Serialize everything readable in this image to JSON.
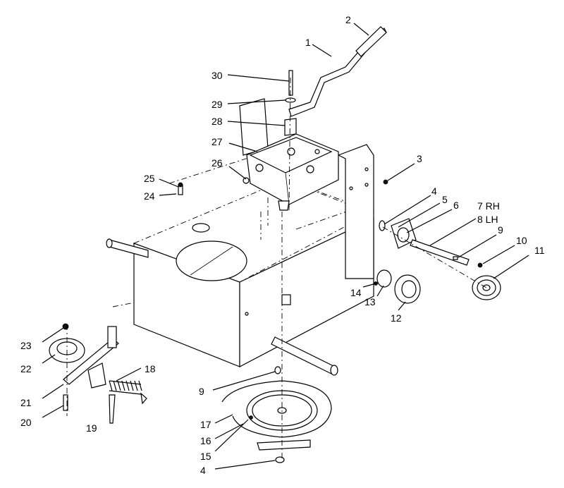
{
  "callouts": [
    {
      "id": "c1",
      "text": "1"
    },
    {
      "id": "c2",
      "text": "2"
    },
    {
      "id": "c3",
      "text": "3"
    },
    {
      "id": "c4a",
      "text": "4"
    },
    {
      "id": "c4b",
      "text": "4"
    },
    {
      "id": "c5",
      "text": "5"
    },
    {
      "id": "c6",
      "text": "6"
    },
    {
      "id": "c7",
      "text": "7 RH"
    },
    {
      "id": "c8",
      "text": "8 LH"
    },
    {
      "id": "c9a",
      "text": "9"
    },
    {
      "id": "c9b",
      "text": "9"
    },
    {
      "id": "c10",
      "text": "10"
    },
    {
      "id": "c11",
      "text": "11"
    },
    {
      "id": "c12",
      "text": "12"
    },
    {
      "id": "c13",
      "text": "13"
    },
    {
      "id": "c14",
      "text": "14"
    },
    {
      "id": "c15",
      "text": "15"
    },
    {
      "id": "c16",
      "text": "16"
    },
    {
      "id": "c17",
      "text": "17"
    },
    {
      "id": "c18",
      "text": "18"
    },
    {
      "id": "c19",
      "text": "19"
    },
    {
      "id": "c20",
      "text": "20"
    },
    {
      "id": "c21",
      "text": "21"
    },
    {
      "id": "c22",
      "text": "22"
    },
    {
      "id": "c23",
      "text": "23"
    },
    {
      "id": "c24",
      "text": "24"
    },
    {
      "id": "c25",
      "text": "25"
    },
    {
      "id": "c26",
      "text": "26"
    },
    {
      "id": "c27",
      "text": "27"
    },
    {
      "id": "c28",
      "text": "28"
    },
    {
      "id": "c29",
      "text": "29"
    },
    {
      "id": "c30",
      "text": "30"
    }
  ]
}
